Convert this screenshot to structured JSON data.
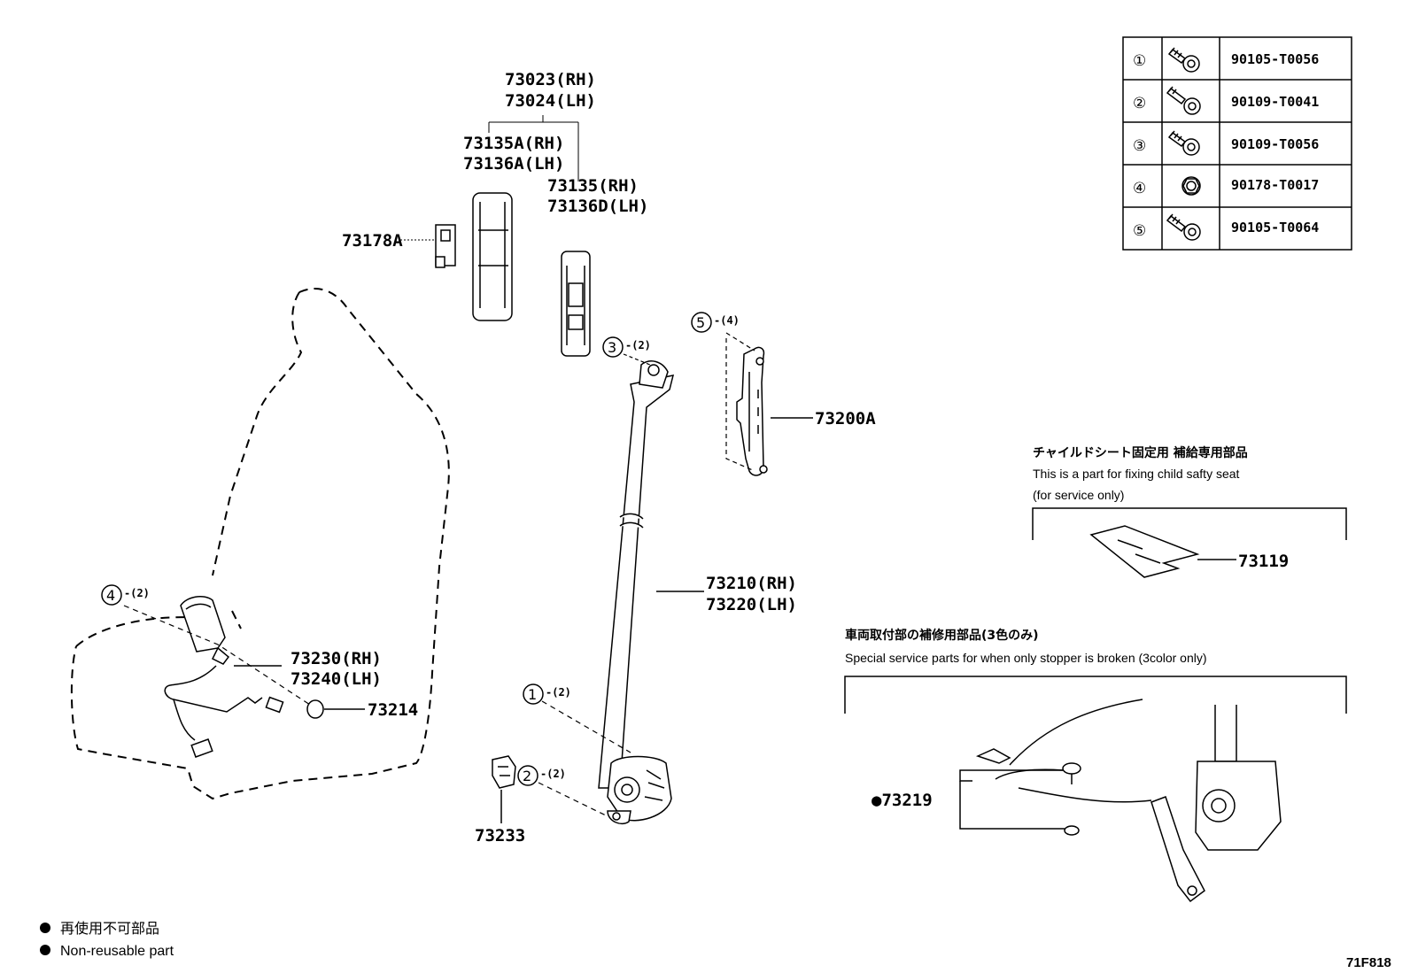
{
  "fastener_table": [
    {
      "num": "①",
      "part": "90105-T0056",
      "icon": "hex-flange-bolt-icon"
    },
    {
      "num": "②",
      "part": "90109-T0041",
      "icon": "shoulder-bolt-icon"
    },
    {
      "num": "③",
      "part": "90109-T0056",
      "icon": "hex-flange-bolt-icon"
    },
    {
      "num": "④",
      "part": "90178-T0017",
      "icon": "hex-nut-icon"
    },
    {
      "num": "⑤",
      "part": "90105-T0064",
      "icon": "hex-flange-bolt-icon"
    }
  ],
  "labels": {
    "p73023": "73023(RH)",
    "p73024": "73024(LH)",
    "p73135a": "73135A(RH)",
    "p73136a": "73136A(LH)",
    "p73135": "73135(RH)",
    "p73136d": "73136D(LH)",
    "p73178a": "73178A",
    "p73200a": "73200A",
    "p73210": "73210(RH)",
    "p73220": "73220(LH)",
    "p73230": "73230(RH)",
    "p73240": "73240(LH)",
    "p73214": "73214",
    "p73233": "73233",
    "p73119": "73119",
    "p73219": "●73219"
  },
  "callouts": {
    "c5": {
      "num": "⑤",
      "qty": "-(4)"
    },
    "c3": {
      "num": "③",
      "qty": "-(2)"
    },
    "c4": {
      "num": "④",
      "qty": "-(2)"
    },
    "c1": {
      "num": "①",
      "qty": "-(2)"
    },
    "c2": {
      "num": "②",
      "qty": "-(2)"
    }
  },
  "notes": {
    "child_jp": "チャイルドシート固定用 補給専用部品",
    "child_en1": "This is a part for fixing child safty seat",
    "child_en2": "(for service only)",
    "stopper_jp": "車両取付部の補修用部品(3色のみ)",
    "stopper_en": "Special service parts for when only stopper is broken (3color only)"
  },
  "legend": {
    "jp": "再使用不可部品",
    "en": "Non-reusable part"
  },
  "figure_code": "71F818"
}
